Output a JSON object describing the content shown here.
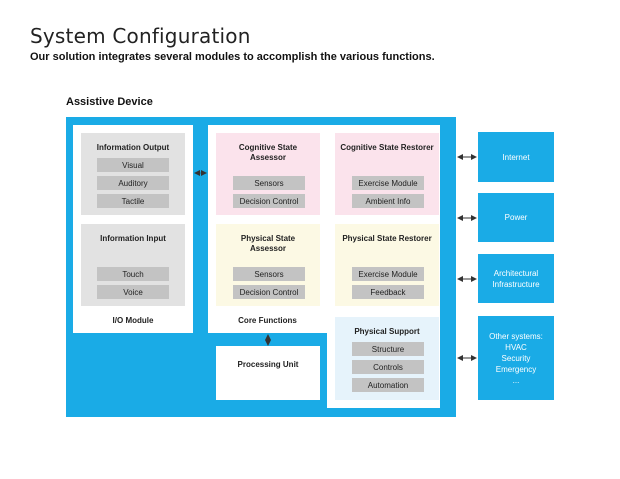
{
  "header": {
    "title": "System Configuration",
    "subtitle": "Our solution integrates several modules to accomplish the various functions."
  },
  "device": {
    "label": "Assistive Device",
    "io_module": {
      "caption": "I/O Module",
      "output": {
        "title": "Information Output",
        "items": [
          "Visual",
          "Auditory",
          "Tactile"
        ]
      },
      "input": {
        "title": "Information Input",
        "items": [
          "Touch",
          "Voice"
        ]
      }
    },
    "core": {
      "caption": "Core Functions",
      "cognitive_assessor": {
        "title": "Cognitive State Assessor",
        "items": [
          "Sensors",
          "Decision Control"
        ]
      },
      "cognitive_restorer": {
        "title": "Cognitive State Restorer",
        "items": [
          "Exercise Module",
          "Ambient Info"
        ]
      },
      "physical_assessor": {
        "title": "Physical State Assessor",
        "items": [
          "Sensors",
          "Decision Control"
        ]
      },
      "physical_restorer": {
        "title": "Physical State Restorer",
        "items": [
          "Exercise Module",
          "Feedback"
        ]
      },
      "physical_support": {
        "title": "Physical Support",
        "items": [
          "Structure",
          "Controls",
          "Automation"
        ]
      }
    },
    "processing_unit": "Processing Unit"
  },
  "external": [
    {
      "lines": [
        "Internet"
      ]
    },
    {
      "lines": [
        "Power"
      ]
    },
    {
      "lines": [
        "Architectural",
        "Infrastructure"
      ]
    },
    {
      "lines": [
        "Other systems:",
        "HVAC",
        "Security",
        "Emergency",
        "..."
      ]
    }
  ],
  "colors": {
    "accent": "#1aabe6",
    "module_gray": "#e2e2e2",
    "pill_gray": "#c3c3c3",
    "pink": "#fbe3ec",
    "yellow": "#fcf9e4",
    "light_blue": "#e6f3fb"
  }
}
